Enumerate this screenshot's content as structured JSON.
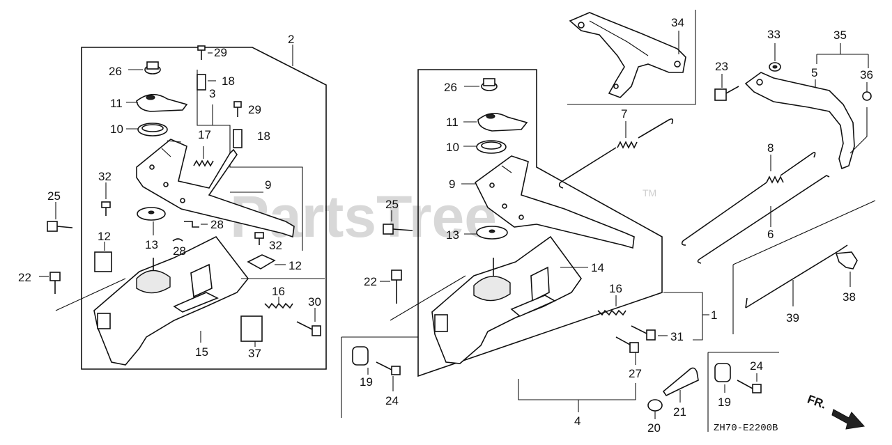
{
  "watermark": {
    "text": "PartsTree",
    "tm": "TM"
  },
  "diagram_code": "ZH70-E2200B",
  "direction_label": "FR.",
  "callouts": {
    "c2": "2",
    "c29a": "29",
    "c26a": "26",
    "c18a": "18",
    "c3": "3",
    "c11a": "11",
    "c29b": "29",
    "c10a": "10",
    "c17": "17",
    "c18b": "18",
    "c32a": "32",
    "c9a": "9",
    "c25a": "25",
    "c28a": "28",
    "c12a": "12",
    "c13a": "13",
    "c32b": "32",
    "c28b": "28",
    "c12b": "12",
    "c22a": "22",
    "c16a": "16",
    "c30": "30",
    "c15": "15",
    "c37": "37",
    "c26b": "26",
    "c11b": "11",
    "c10b": "10",
    "c9b": "9",
    "c25b": "25",
    "c13b": "13",
    "c14": "14",
    "c22b": "22",
    "c16b": "16",
    "c31": "31",
    "c1": "1",
    "c27": "27",
    "c19a": "19",
    "c24a": "24",
    "c4": "4",
    "c20": "20",
    "c21": "21",
    "c19b": "19",
    "c24b": "24",
    "c34": "34",
    "c7": "7",
    "c33": "33",
    "c35": "35",
    "c23": "23",
    "c5": "5",
    "c36": "36",
    "c8": "8",
    "c6": "6",
    "c38": "38",
    "c39": "39"
  }
}
